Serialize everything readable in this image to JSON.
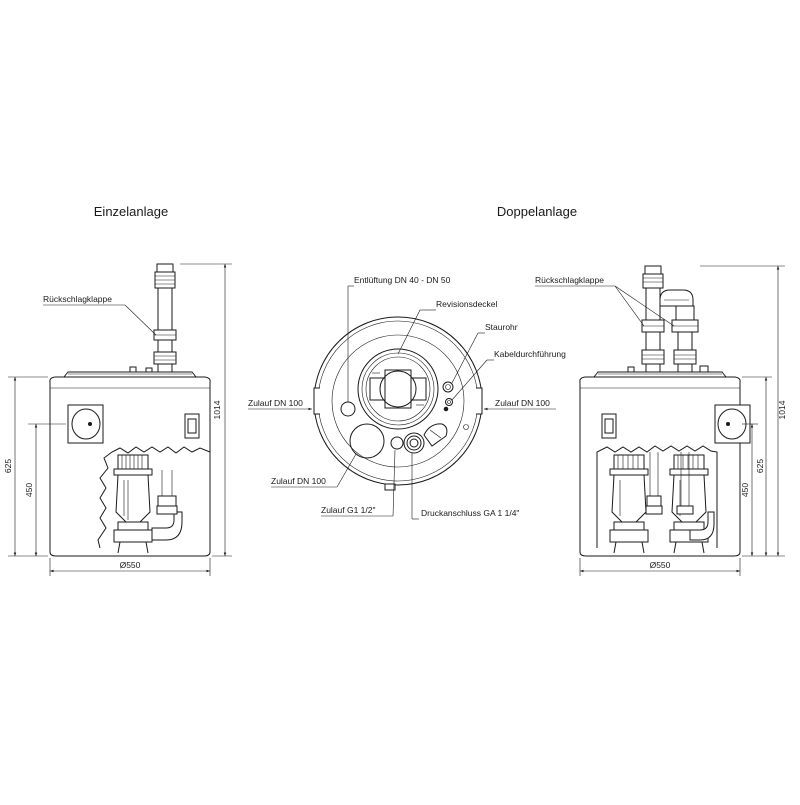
{
  "titles": {
    "single": "Einzelanlage",
    "double": "Doppelanlage"
  },
  "labels": {
    "check_valve_single": "Rückschlagklappe",
    "check_valve_double": "Rückschlagklappe",
    "vent": "Entlüftung DN 40 - DN 50",
    "inspection_cover": "Revisionsdeckel",
    "pitot_tube": "Staurohr",
    "cable_entry": "Kabeldurchführung",
    "inlet_left": "Zulauf DN 100",
    "inlet_right": "Zulauf DN 100",
    "inlet_bottom": "Zulauf DN 100",
    "inlet_g": "Zulauf G1 1/2\"",
    "pressure_connection": "Druckanschluss GA 1 1/4\""
  },
  "dimensions": {
    "diameter_single": "Ø550",
    "diameter_double": "Ø550",
    "height_total_single": "1014",
    "height_total_double": "1014",
    "height_inlet_single": "625",
    "height_inlet_double": "625",
    "height_450_single": "450",
    "height_450_double": "450"
  }
}
